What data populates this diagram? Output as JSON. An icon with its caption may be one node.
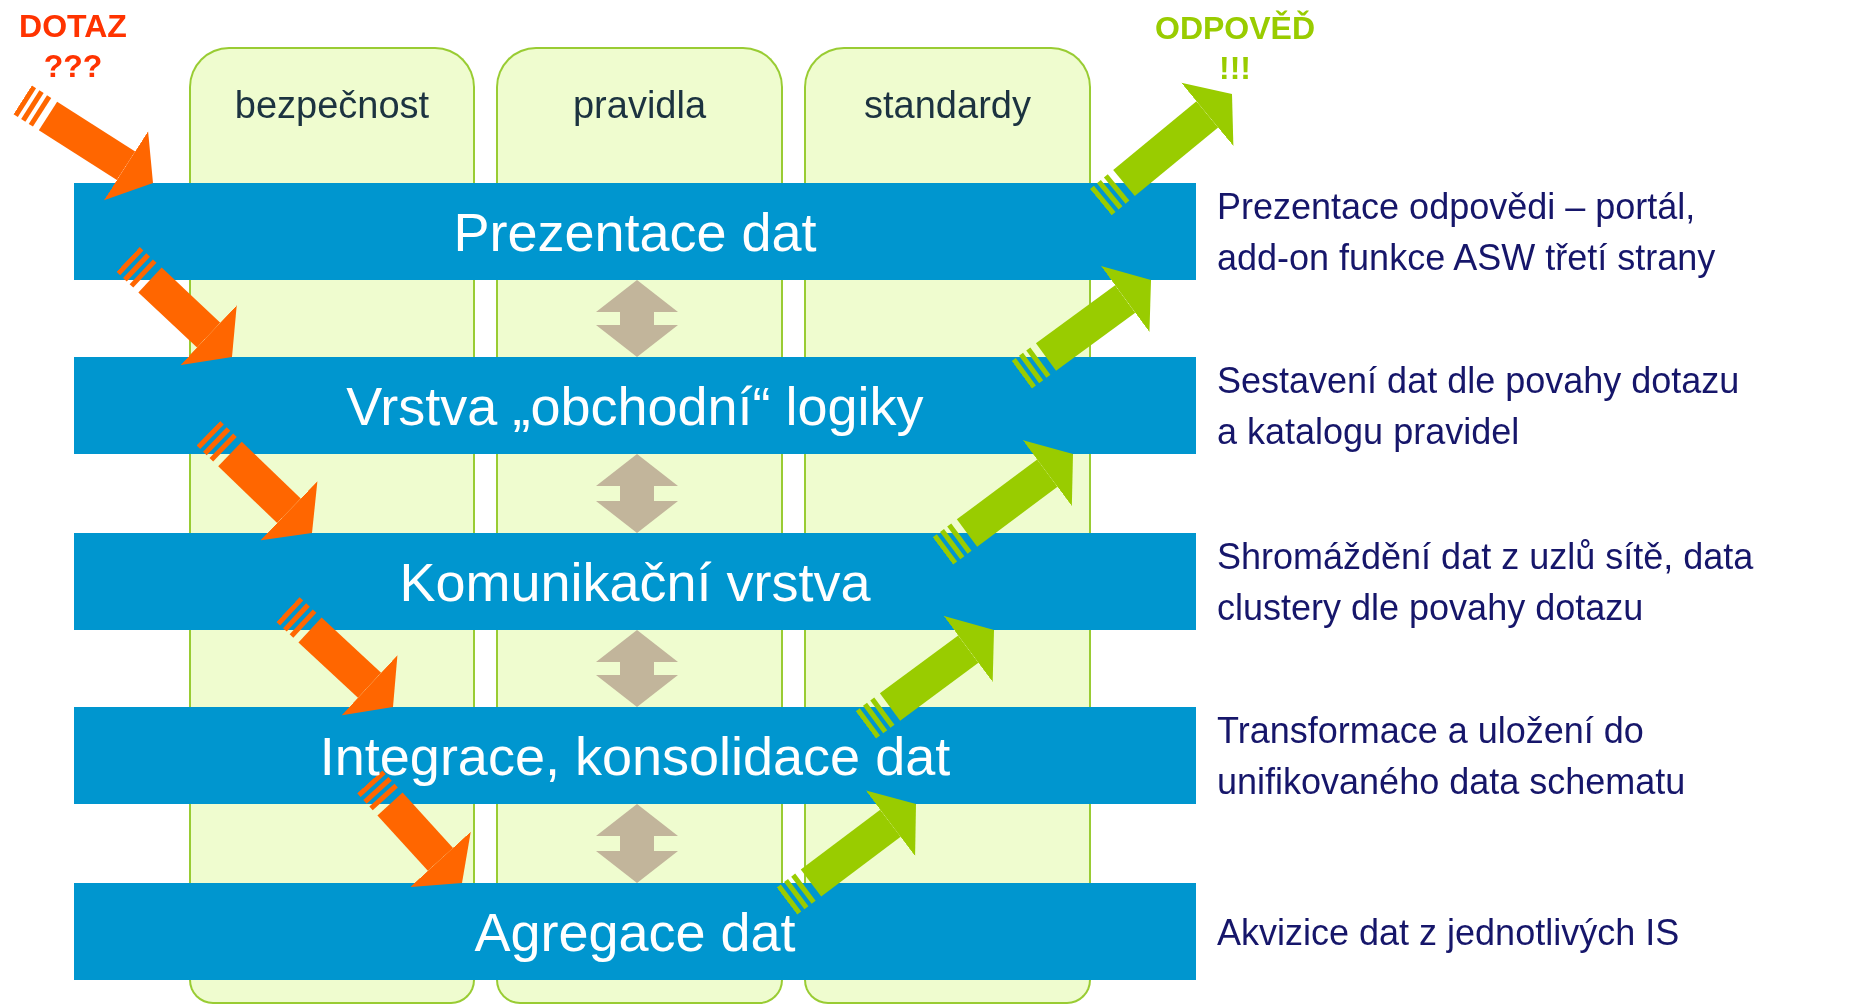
{
  "diagram": {
    "nodes": [
      {
        "text": [
          "DOTAZ ???"
        ]
      },
      {
        "text": [
          "bezpečnost"
        ]
      },
      {
        "text": [
          "pravidla"
        ]
      },
      {
        "text": [
          "standardy"
        ]
      },
      {
        "text": [
          "ODPOVĚĎ !!!"
        ]
      },
      {
        "text": [
          "Prezentace dat"
        ],
        "beside": [
          "Prezentace odpovědi – portál, add-on funkce ASW třetí strany"
        ]
      },
      {
        "text": [
          "Vrstva „obchodní“ logiky"
        ],
        "beside": [
          "Sestavení dat dle povahy dotazu a katalogu pravidel"
        ]
      },
      {
        "text": [
          "Komunikační vrstva"
        ],
        "beside": [
          "Shromáždění dat z uzlů sítě, data clustery dle povahy dotazu"
        ]
      },
      {
        "text": [
          "Integrace, konsolidace dat"
        ],
        "beside": [
          "Transformace a uložení do unifikovaného data schematu"
        ]
      },
      {
        "text": [
          "Agregace dat"
        ],
        "beside": [
          "Akvizice dat z jednotlivých IS"
        ]
      }
    ],
    "edges": [
      {
        "from": 0,
        "to": 5,
        "arrow": "to",
        "color": "#ff6600"
      },
      {
        "from": 5,
        "to": 6,
        "arrow": "to",
        "color": "#ff6600"
      },
      {
        "from": 6,
        "to": 7,
        "arrow": "to",
        "color": "#ff6600"
      },
      {
        "from": 7,
        "to": 8,
        "arrow": "to",
        "color": "#ff6600"
      },
      {
        "from": 8,
        "to": 9,
        "arrow": "to",
        "color": "#ff6600"
      },
      {
        "from": 5,
        "to": 6,
        "arrow": "both",
        "color": "#c2b59b"
      },
      {
        "from": 6,
        "to": 7,
        "arrow": "both",
        "color": "#c2b59b"
      },
      {
        "from": 7,
        "to": 8,
        "arrow": "both",
        "color": "#c2b59b"
      },
      {
        "from": 8,
        "to": 9,
        "arrow": "both",
        "color": "#c2b59b"
      },
      {
        "from": 9,
        "to": 8,
        "arrow": "to",
        "color": "#99cc00"
      },
      {
        "from": 8,
        "to": 7,
        "arrow": "to",
        "color": "#99cc00"
      },
      {
        "from": 7,
        "to": 6,
        "arrow": "to",
        "color": "#99cc00"
      },
      {
        "from": 6,
        "to": 5,
        "arrow": "to",
        "color": "#99cc00"
      },
      {
        "from": 5,
        "to": 4,
        "arrow": "to",
        "color": "#99cc00"
      }
    ]
  }
}
